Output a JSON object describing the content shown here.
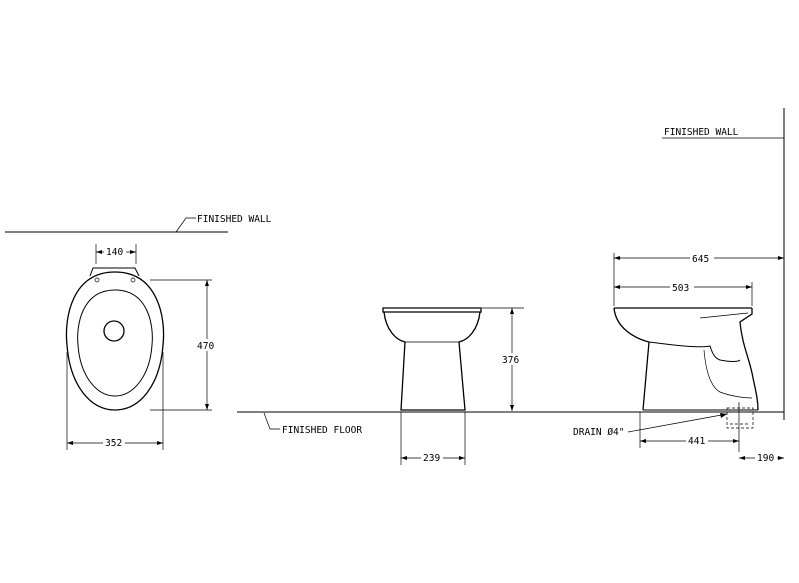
{
  "labels": {
    "finished_wall_left": "FINISHED WALL",
    "finished_wall_right": "FINISHED WALL",
    "finished_floor": "FINISHED FLOOR",
    "drain": "DRAIN Ø4\""
  },
  "dimensions": {
    "seat_hinge_spacing": "140",
    "top_length": "470",
    "top_width": "352",
    "front_height": "376",
    "front_base_width": "239",
    "side_overall": "645",
    "side_bowl": "503",
    "drain_to_front": "441",
    "drain_to_wall": "190"
  }
}
